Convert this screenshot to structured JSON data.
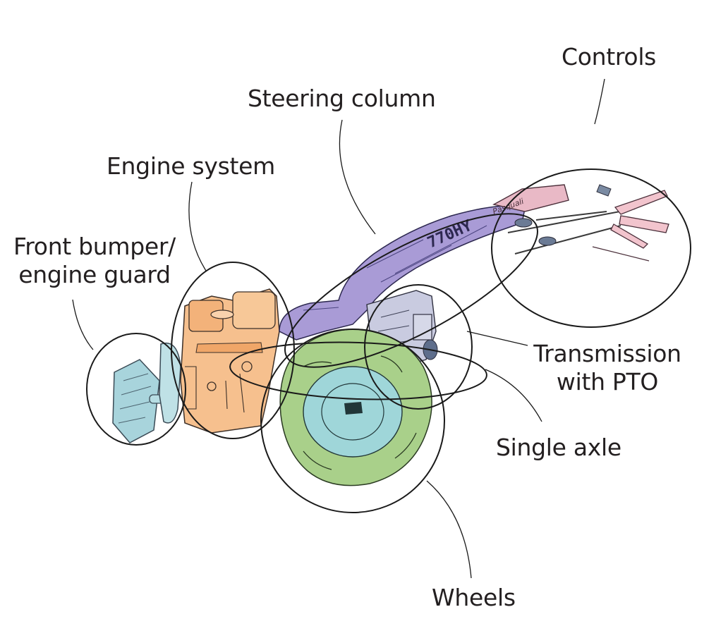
{
  "diagram": {
    "subject": "Two-wheel walk-behind tractor",
    "model_marking": "770HY",
    "brand_marking": "Pasquali",
    "colors": {
      "ink": "#231f20",
      "outline": "#1a1a1a",
      "bumper": "#a8d4dc",
      "engine": "#f6c08e",
      "steering": "#a99bd6",
      "controls": "#e9b9c6",
      "wheel_tire": "#a9d08a",
      "wheel_hub": "#9fd6d9",
      "transmission": "#c9cbe0"
    },
    "labels": [
      {
        "id": "controls",
        "text": "Controls"
      },
      {
        "id": "steering-column",
        "text": "Steering column"
      },
      {
        "id": "engine-system",
        "text": "Engine system"
      },
      {
        "id": "front-bumper",
        "line1": "Front bumper/",
        "line2": "engine guard"
      },
      {
        "id": "transmission",
        "line1": "Transmission",
        "line2": "with PTO"
      },
      {
        "id": "single-axle",
        "text": "Single axle"
      },
      {
        "id": "wheels",
        "text": "Wheels"
      }
    ]
  }
}
